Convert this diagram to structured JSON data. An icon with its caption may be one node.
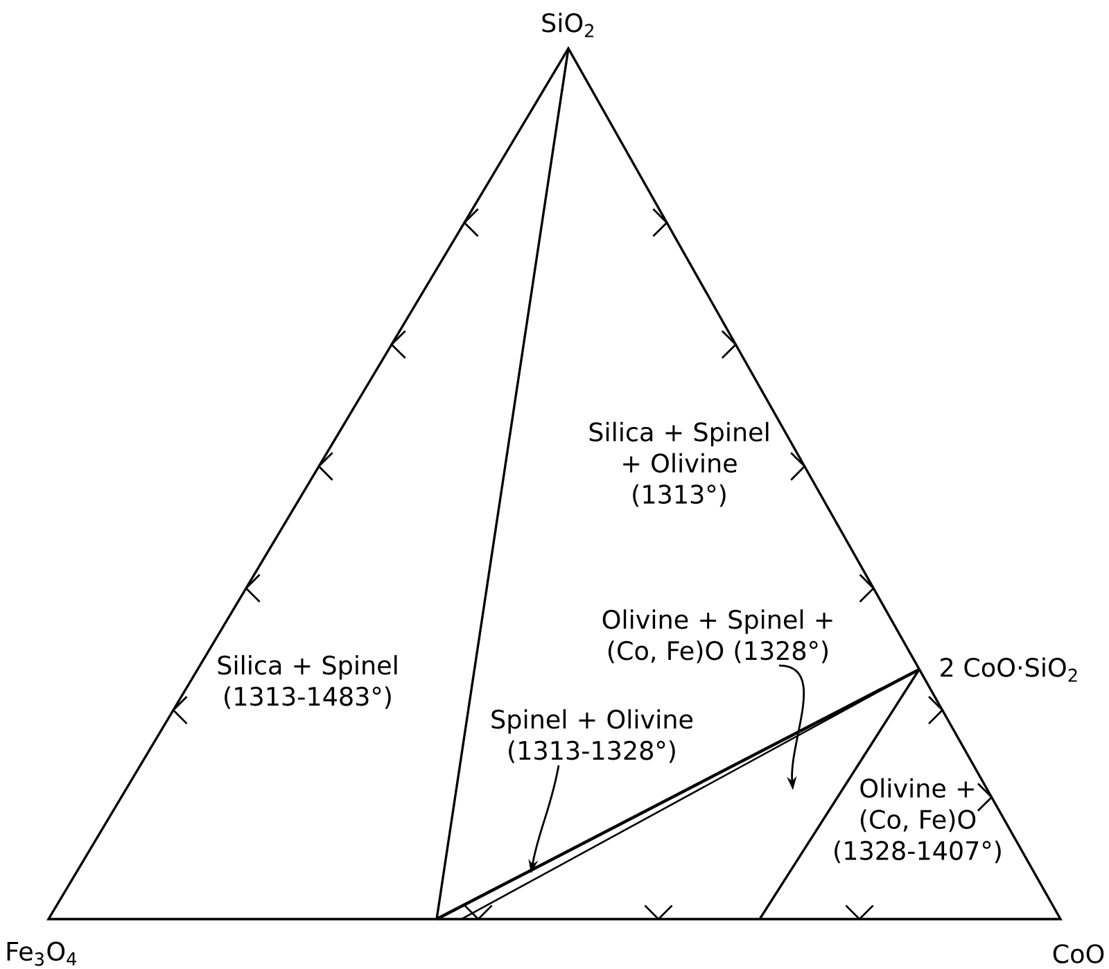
{
  "diagram": {
    "nodes": [
      {
        "text": [
          "Olivine + Spinel + (Co, Fe)O (1328°)"
        ]
      },
      {
        "text": [
          "Spinel + Olivine (1313-1328°)"
        ]
      }
    ],
    "edges": [
      {
        "from": 0,
        "to": null,
        "arrow": "to"
      },
      {
        "from": 1,
        "to": null,
        "arrow": "to"
      }
    ],
    "labels": [
      "SiO$_{2}$",
      "Silica + Spinel + Olivine (1313°)",
      "2 CoO·SiO$_{2}$",
      "Silica + Spinel (1313-1483°)",
      "Olivine + (Co, Fe)O (1328-1407°)",
      "Fe$_{3}$O$_{4}$",
      "CoO"
    ]
  }
}
